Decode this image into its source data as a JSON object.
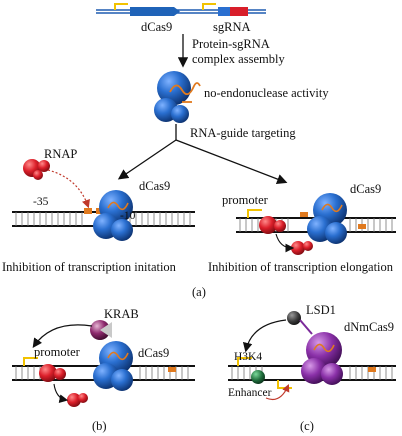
{
  "labels": {
    "dcas9_gene": "dCas9",
    "sgrna_gene": "sgRNA",
    "assembly_line1": "Protein-sgRNA",
    "assembly_line2": "complex assembly",
    "no_endonuclease": "no-endonuclease activity",
    "rna_guide": "RNA-guide targeting",
    "rnap": "RNAP",
    "dcas9_left": "dCas9",
    "minus35": "-35",
    "minus10": "-10",
    "promoter_right": "promoter",
    "dcas9_right": "dCas9",
    "inhibit_initiation": "Inhibition of transcription initation",
    "inhibit_elongation": "Inhibition of transcription elongation",
    "panel_a": "(a)",
    "krab": "KRAB",
    "promoter_b": "promoter",
    "dcas9_b": "dCas9",
    "panel_b": "(b)",
    "lsd1": "LSD1",
    "dnmcas9": "dNmCas9",
    "h3k4": "H3K4",
    "enhancer": "Enhancer",
    "panel_c": "(c)"
  },
  "colors": {
    "cas9_blue": "#1f63b8",
    "cas9_dark": "#0d3a7a",
    "rnap_red": "#d81e2a",
    "sgrna_orange": "#e07a1f",
    "promoter_yellow": "#f2c200",
    "krab_purple": "#8a2a7a",
    "dnmcas9_purple": "#7b2a9a",
    "lsd1_dark": "#2a2a2a",
    "h3k4_green": "#1e6b3a"
  }
}
